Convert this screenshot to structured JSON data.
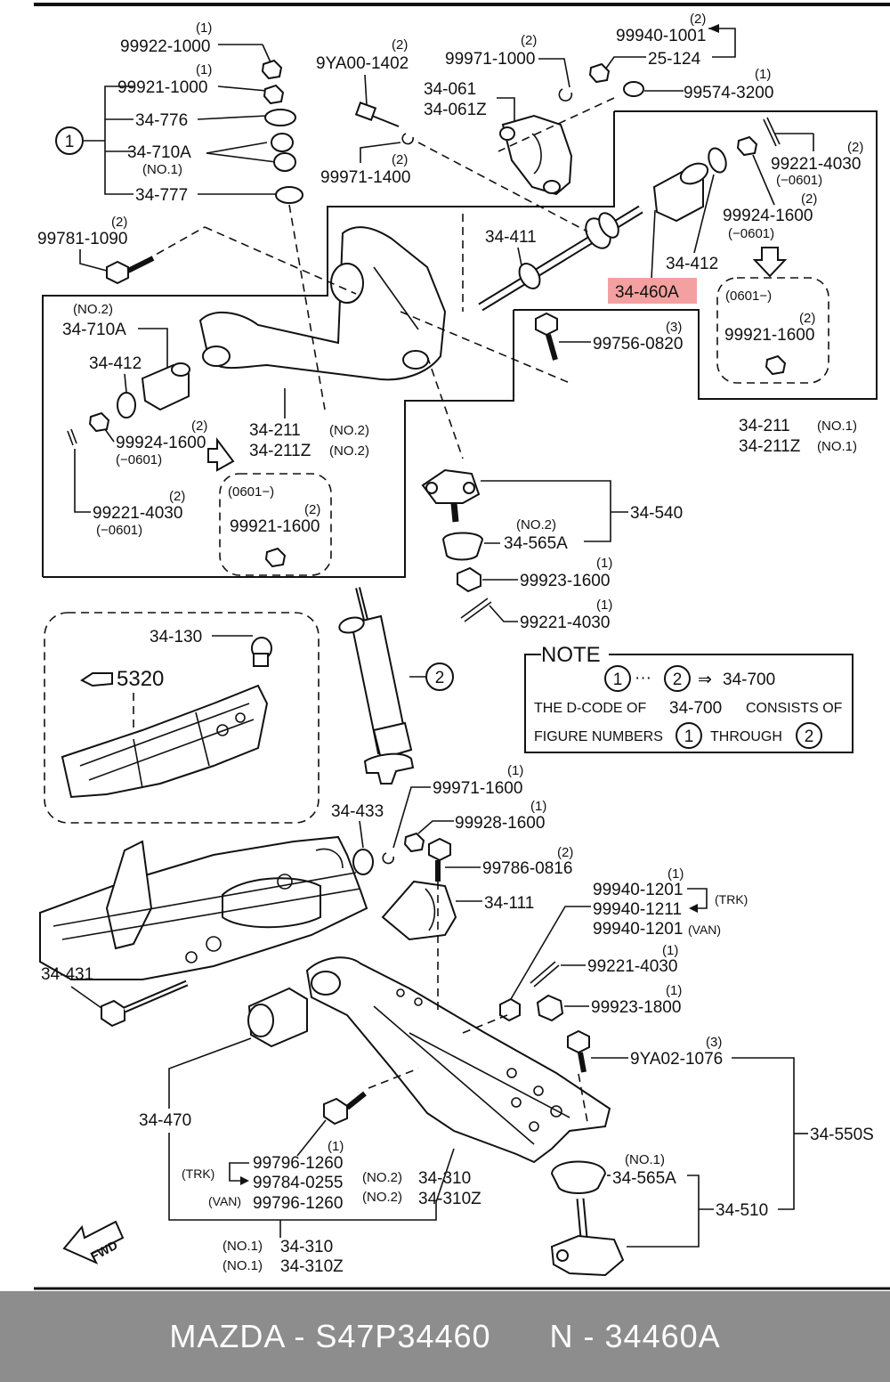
{
  "labels": {
    "p99922": "99922-1000",
    "q99922": "(1)",
    "p99921": "99921-1000",
    "q99921": "(1)",
    "p34776": "34-776",
    "p34710A_top": "34-710A",
    "no1_710A": "(NO.1)",
    "p34777": "34-777",
    "ref1": "1",
    "p9YA00": "9YA00-1402",
    "q9YA00": "(2)",
    "p99971_1000": "99971-1000",
    "q99971_1000": "(2)",
    "p99940_1001": "99940-1001",
    "q99940_1001": "(2)",
    "p25124": "25-124",
    "p99574": "99574-3200",
    "q99574": "(1)",
    "p34061": "34-061",
    "p34061Z": "34-061Z",
    "p99971_1400": "99971-1400",
    "q99971_1400": "(2)",
    "p99221_4030_r": "99221-4030",
    "q99221_4030_r": "(2)",
    "d99221_4030_r": "(−0601)",
    "p99924_1600_r": "99924-1600",
    "q99924_1600_r": "(2)",
    "d99924_1600_r": "(−0601)",
    "p99781": "99781-1090",
    "q99781": "(2)",
    "p34411": "34-411",
    "p34412_r": "34-412",
    "p34460A": "34-460A",
    "d0601_r": "(0601−)",
    "p99921_1600_r": "99921-1600",
    "q99921_1600_r": "(2)",
    "no2_710A": "(NO.2)",
    "p34710A_left": "34-710A",
    "p34412_l": "34-412",
    "p99756": "99756-0820",
    "q99756": "(3)",
    "p34211_no1": "34-211",
    "no1_211": "(NO.1)",
    "p34211Z_no1": "34-211Z",
    "no1_211Z": "(NO.1)",
    "p34211_no2": "34-211",
    "no2_211": "(NO.2)",
    "p34211Z_no2": "34-211Z",
    "no2_211Z": "(NO.2)",
    "p99924_1600_l": "99924-1600",
    "q99924_1600_l": "(2)",
    "d99924_1600_l": "(−0601)",
    "p99221_4030_l": "99221-4030",
    "q99221_4030_l": "(2)",
    "d99221_4030_l": "(−0601)",
    "d0601_l": "(0601−)",
    "p99921_1600_l": "99921-1600",
    "q99921_1600_l": "(2)",
    "p34540": "34-540",
    "no2_565A": "(NO.2)",
    "p34565A_top": "34-565A",
    "p99923_1600": "99923-1600",
    "q99923_1600": "(1)",
    "p99221_4030_m": "99221-4030",
    "q99221_4030_m": "(1)",
    "p34130": "34-130",
    "p5320": "5320",
    "ref2": "2",
    "note_title": "NOTE",
    "note_ref_a": "1",
    "note_dots": "···",
    "note_ref_b": "2",
    "note_arrow": "⇒",
    "note_code": "34-700",
    "note_line2_a": "THE D-CODE OF",
    "note_line2_code": "34-700",
    "note_line2_b": "CONSISTS OF",
    "note_line3_a": "FIGURE NUMBERS",
    "note_line3_ref_a": "1",
    "note_line3_b": "THROUGH",
    "note_line3_ref_b": "2",
    "p34433": "34-433",
    "p99971_1600": "99971-1600",
    "q99971_1600": "(1)",
    "p99928_1600": "99928-1600",
    "q99928_1600": "(1)",
    "p99786": "99786-0816",
    "q99786": "(2)",
    "p34111": "34-111",
    "p99940_1201": "99940-1201",
    "q99940_1201": "(1)",
    "trk_1": "(TRK)",
    "p99940_1211": "99940-1211",
    "p99940_1201_van": "99940-1201",
    "van_1": "(VAN)",
    "p34431": "34-431",
    "p99221_4030_b": "99221-4030",
    "q99221_4030_b": "(1)",
    "p99923_1800": "99923-1800",
    "q99923_1800": "(1)",
    "p9YA02": "9YA02-1076",
    "q9YA02": "(3)",
    "p34470": "34-470",
    "p34550S": "34-550S",
    "no1_565A": "(NO.1)",
    "p34565A_bot": "34-565A",
    "p34510": "34-510",
    "p99796_1260": "99796-1260",
    "q99796_1260": "(1)",
    "trk_2": "(TRK)",
    "p99784": "99784-0255",
    "van_2": "(VAN)",
    "p99796_1260_van": "99796-1260",
    "no2_310": "(NO.2)",
    "p34310_no2": "34-310",
    "no2_310Z": "(NO.2)",
    "p34310Z_no2": "34-310Z",
    "no1_310": "(NO.1)",
    "p34310_no1": "34-310",
    "no1_310Z": "(NO.1)",
    "p34310Z_no1": "34-310Z",
    "fwd": "FWD"
  },
  "highlight_color": "#f4a0a0",
  "footer": {
    "text": "MAZDA - S47P34460      N - 34460A"
  }
}
